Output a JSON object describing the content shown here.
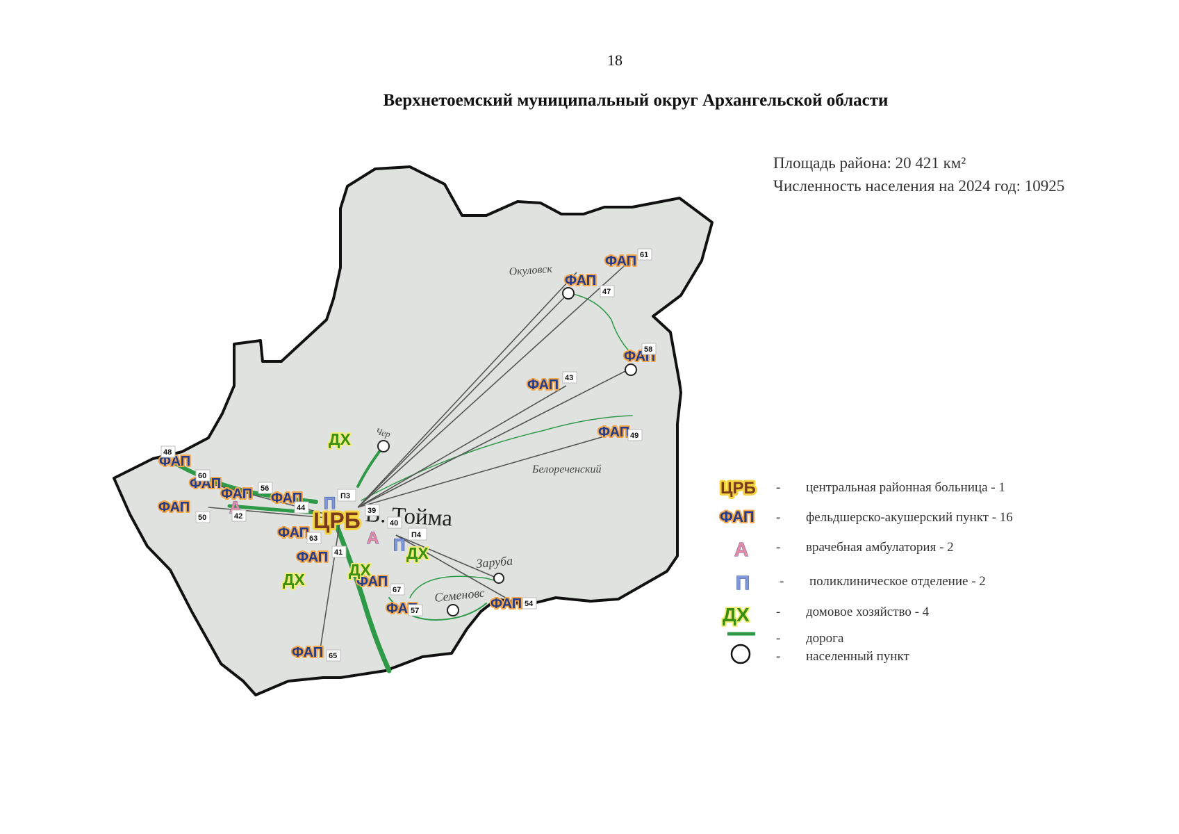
{
  "page_number": "18",
  "title": "Верхнетоемский муниципальный округ Архангельской области",
  "info": {
    "area": "Площадь района: 20 421 км²",
    "population": "Численность населения на 2024 год: 10925"
  },
  "map": {
    "center_town": "В. Тойма",
    "settlements": [
      "Окуловск",
      "Чер",
      "Белореченский",
      "Заруба",
      "Семеновс"
    ],
    "crb_label": "ЦРБ",
    "fap_label": "ФАП",
    "amb_label": "А",
    "pol_label": "П",
    "dx_label": "ДХ",
    "pol_codes": [
      "П3",
      "П4"
    ],
    "facility_numbers": [
      "61",
      "47",
      "58",
      "43",
      "49",
      "48",
      "60",
      "56",
      "44",
      "50",
      "42",
      "39",
      "63",
      "41",
      "40",
      "67",
      "57",
      "54",
      "65"
    ]
  },
  "colors": {
    "territory": "#dfe2df",
    "road": "#2e9a48",
    "link": "#555555"
  },
  "legend": [
    {
      "symbol": "ЦРБ",
      "dash": "-",
      "text": "центральная районная больница - 1"
    },
    {
      "symbol": "ФАП",
      "dash": "-",
      "text": "фельдшерско-акушерский пункт - 16"
    },
    {
      "symbol": "А",
      "dash": "-",
      "text": "врачебная амбулатория - 2"
    },
    {
      "symbol": "П",
      "dash": "-",
      "text": "поликлиническое отделение - 2"
    },
    {
      "symbol": "ДХ",
      "dash": "-",
      "text": "домовое хозяйство - 4"
    },
    {
      "symbol": "road-line",
      "dash": "-",
      "text": "дорога"
    },
    {
      "symbol": "circle-icon",
      "dash": "-",
      "text": "населенный пункт"
    }
  ]
}
